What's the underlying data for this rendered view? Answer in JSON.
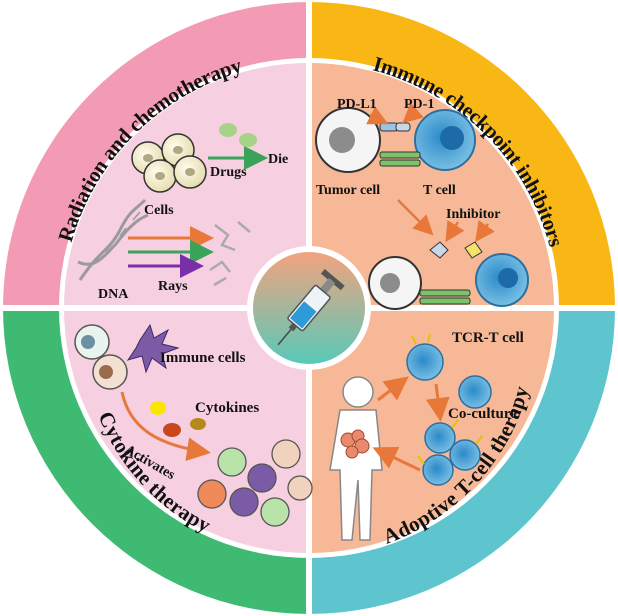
{
  "quadrants": {
    "top_left": {
      "title": "Radiation and chemotherapy",
      "labels": {
        "drugs": "Drugs",
        "die": "Die",
        "cells": "Cells",
        "dna": "DNA",
        "rays": "Rays"
      }
    },
    "top_right": {
      "title": "Immune checkpoint inhibitors",
      "labels": {
        "pdl1": "PD-L1",
        "pd1": "PD-1",
        "tumor_cell": "Tumor cell",
        "t_cell": "T cell",
        "inhibitor": "Inhibitor"
      }
    },
    "bottom_left": {
      "title": "Cytokine therapy",
      "labels": {
        "immune_cells": "Immune cells",
        "cytokines": "Cytokines",
        "activates": "Activates"
      }
    },
    "bottom_right": {
      "title": "Adoptive T-cell therapy",
      "labels": {
        "tcr_t_cell": "TCR-T cell",
        "co_culture": "Co-culture"
      }
    }
  },
  "colors": {
    "ring_pink": "#f39bb4",
    "ring_yellow": "#f8b714",
    "ring_green": "#3fba72",
    "ring_teal": "#5ec5cf",
    "inner_pink": "#f6cfe0",
    "inner_peach": "#f6b896",
    "arrow_orange": "#e8783a",
    "arrow_green": "#3aa35a",
    "arrow_purple": "#7a2fa8"
  },
  "icons": [
    "syringe-icon",
    "cell-icon",
    "dna-icon",
    "t-cell-icon",
    "tumor-cell-icon",
    "human-body-icon",
    "dendritic-cell-icon"
  ]
}
